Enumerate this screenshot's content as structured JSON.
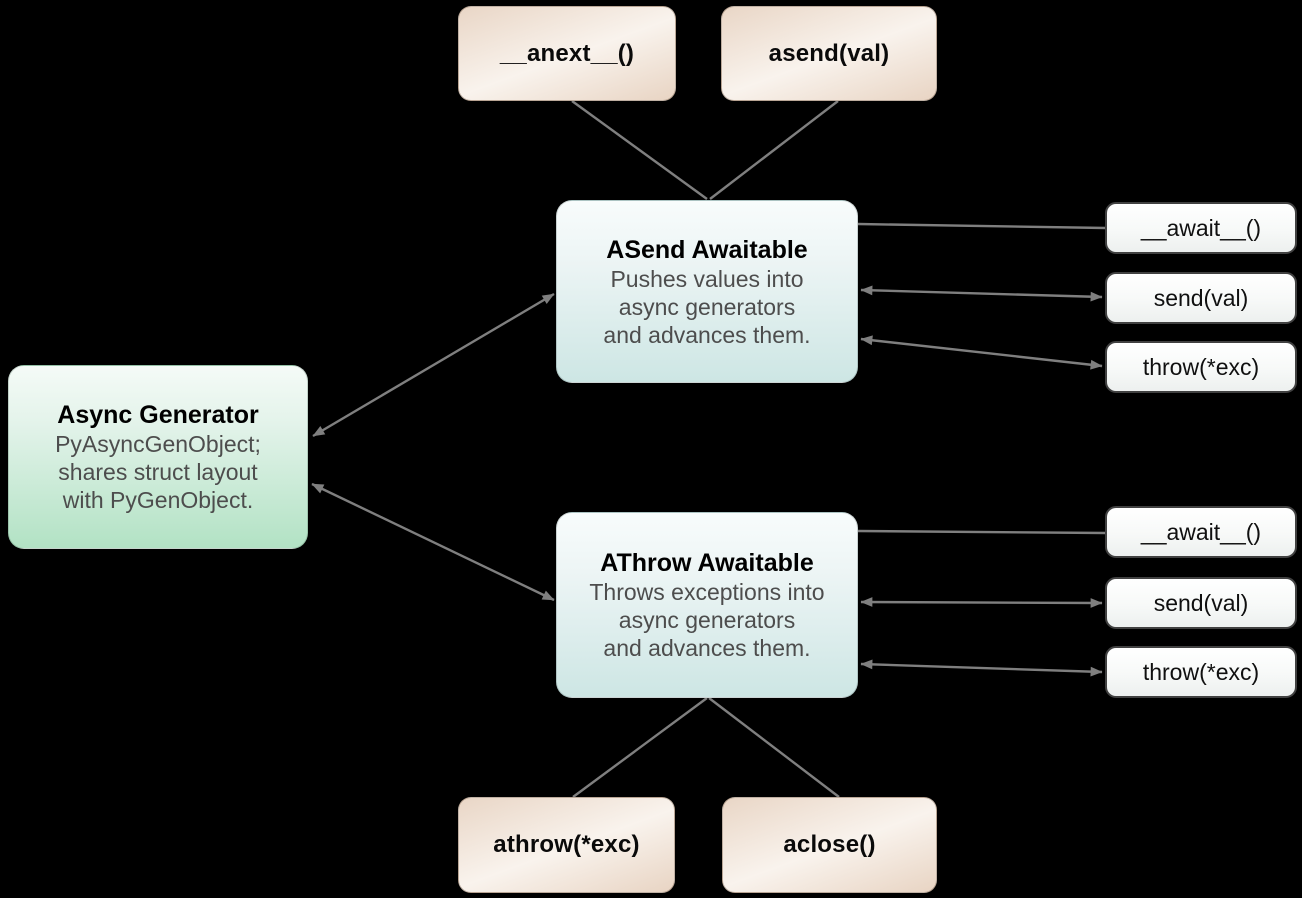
{
  "diagram": {
    "nodes": {
      "anext": {
        "label": "__anext__()"
      },
      "asend": {
        "label": "asend(val)"
      },
      "asend_awaitable": {
        "title": "ASend Awaitable",
        "desc1": "Pushes values into",
        "desc2": "async generators",
        "desc3": "and advances them."
      },
      "async_generator": {
        "title": "Async Generator",
        "desc1": "PyAsyncGenObject;",
        "desc2": "shares struct layout",
        "desc3": "with PyGenObject."
      },
      "athrow_awaitable": {
        "title": "AThrow Awaitable",
        "desc1": "Throws exceptions into",
        "desc2": "async generators",
        "desc3": "and advances them."
      },
      "asend_methods": {
        "await": "__await__()",
        "send": "send(val)",
        "throw": "throw(*exc)"
      },
      "athrow_methods": {
        "await": "__await__()",
        "send": "send(val)",
        "throw": "throw(*exc)"
      },
      "athrow_fn": {
        "label": "athrow(*exc)"
      },
      "aclose": {
        "label": "aclose()"
      }
    },
    "colors": {
      "background": "#000000",
      "connector": "#7f7f7f",
      "generator_fill_bottom": "#b2e2c4",
      "awaitable_fill_bottom": "#cde6e4",
      "entrypoint_fill": "#eedbcb",
      "method_box_fill": "#f7f9f8"
    }
  }
}
